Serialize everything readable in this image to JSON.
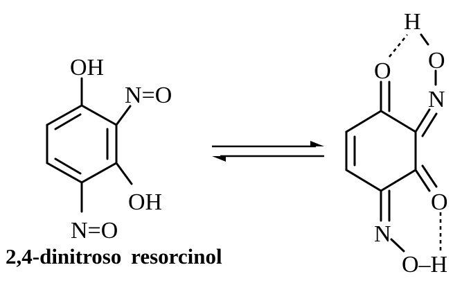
{
  "caption": "2,4-dinitroso  resorcinol",
  "left_molecule": {
    "atoms": {
      "oh_top": "OH",
      "nitroso_top": "N=O",
      "oh_right": "OH",
      "nitroso_bottom": "N=O"
    }
  },
  "right_molecule": {
    "atoms": {
      "h_top": "H",
      "o_left_top": "O",
      "o_right_top": "O",
      "n_right": "N",
      "o_right_bottom": "O",
      "n_bottom": "N",
      "o_bottom": "O–H"
    }
  },
  "equilibrium_arrow": {
    "type": "equilibrium"
  }
}
